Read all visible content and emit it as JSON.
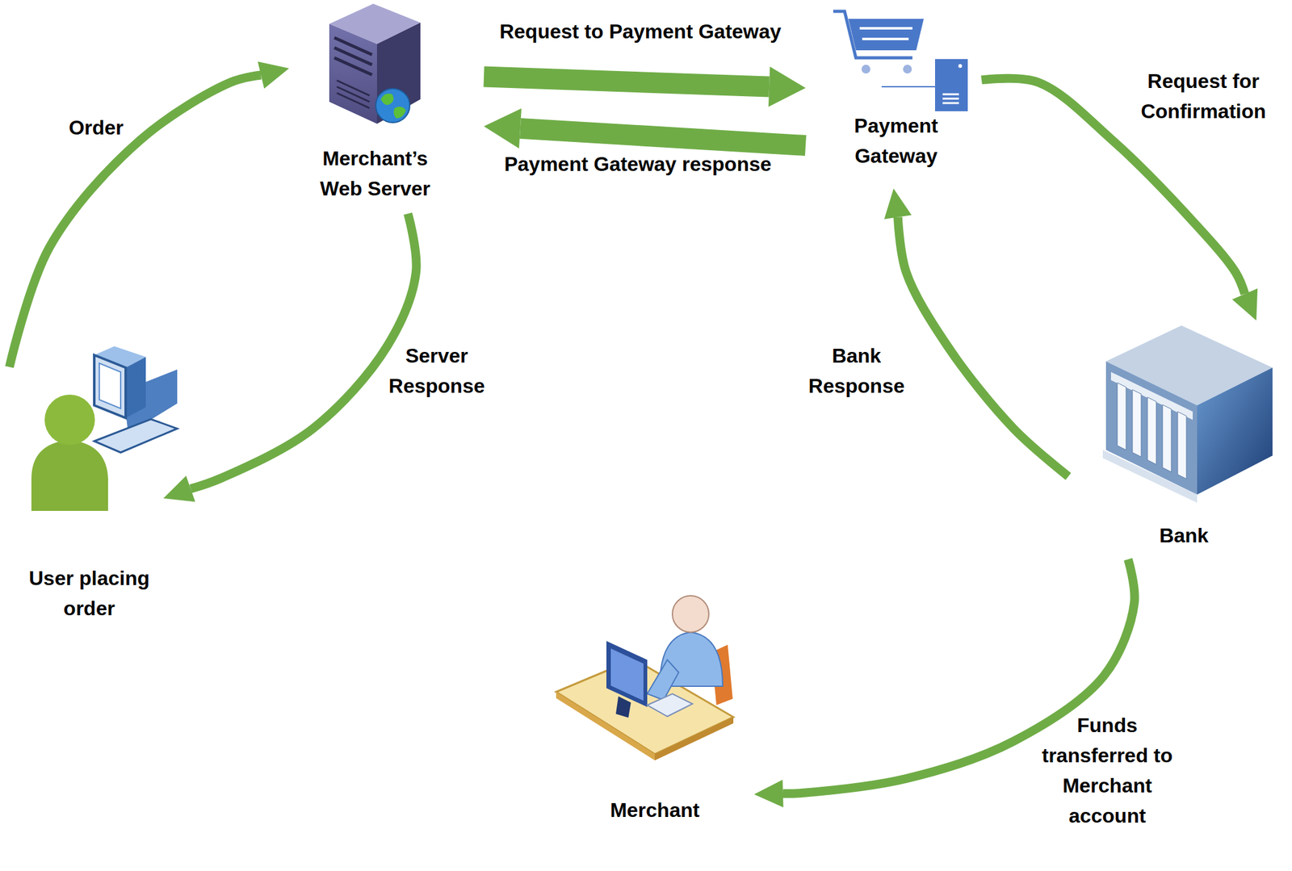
{
  "diagram": {
    "nodes": [
      {
        "text": [
          "Merchant’s Web Server"
        ]
      },
      {
        "text": [
          "Payment Gateway"
        ]
      },
      {
        "text": [
          "User placing order"
        ]
      },
      {
        "text": [
          "Bank"
        ]
      },
      {
        "text": [
          "Merchant"
        ]
      }
    ],
    "edges": [
      {
        "from": 2,
        "to": 0,
        "label": "Order",
        "arrow": "to"
      },
      {
        "from": 0,
        "to": 2,
        "label": "Server Response",
        "arrow": "to"
      },
      {
        "from": 0,
        "to": 1,
        "label": "Request to Payment Gateway",
        "arrow": "to"
      },
      {
        "from": 1,
        "to": 0,
        "label": "Payment Gateway response",
        "arrow": "to"
      },
      {
        "from": 1,
        "to": 3,
        "label": "Request for Confirmation",
        "arrow": "to"
      },
      {
        "from": 3,
        "to": 1,
        "label": "Bank Response",
        "arrow": "to"
      },
      {
        "from": 3,
        "to": 4,
        "label": "Funds transferred to Merchant account",
        "arrow": "to"
      }
    ]
  }
}
